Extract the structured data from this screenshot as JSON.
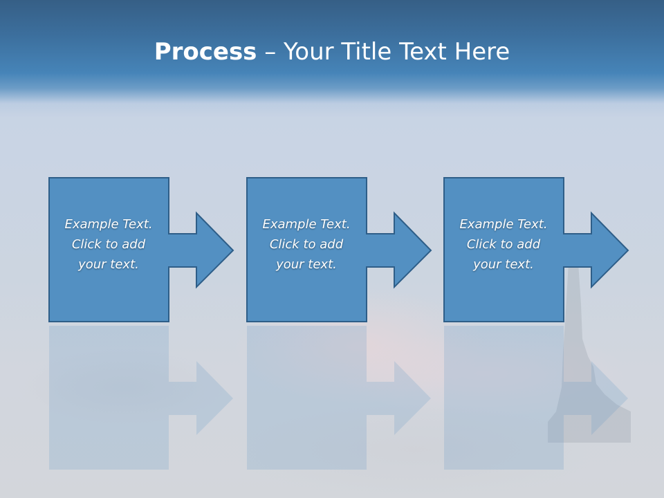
{
  "title": {
    "bold": "Process",
    "rest": " – Your Title Text Here"
  },
  "steps": [
    {
      "lines": [
        "Example Text.",
        "Click  to add",
        "your text."
      ]
    },
    {
      "lines": [
        "Example Text.",
        "Click  to add",
        "your text."
      ]
    },
    {
      "lines": [
        "Example Text.",
        "Click  to add",
        "your text."
      ]
    }
  ],
  "colors": {
    "shape_fill": "#5390c2",
    "shape_stroke": "#2e5e88",
    "title_band": "#4684b8",
    "text": "#ffffff"
  }
}
